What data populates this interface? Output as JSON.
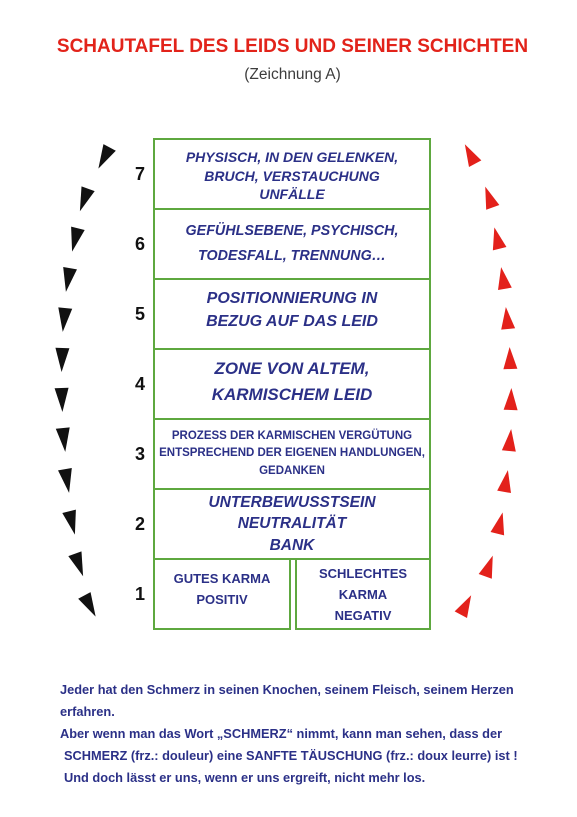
{
  "header": {
    "title": "SCHAUTAFEL DES LEIDS UND SEINER SCHICHTEN",
    "subtitle": "(Zeichnung A)"
  },
  "layers": [
    {
      "number": "7",
      "lines": [
        "PHYSISCH, IN DEN GELENKEN,",
        "BRUCH, VERSTAUCHUNG",
        "UNFÄLLE"
      ]
    },
    {
      "number": "6",
      "lines": [
        "GEFÜHLSEBENE, PSYCHISCH,",
        "TODESFALL, TRENNUNG…"
      ]
    },
    {
      "number": "5",
      "lines": [
        "POSITIONNIERUNG IN",
        "BEZUG AUF DAS LEID"
      ]
    },
    {
      "number": "4",
      "lines": [
        "ZONE VON ALTEM,",
        "KARMISCHEM LEID"
      ]
    },
    {
      "number": "3",
      "lines": [
        "PROZESS DER KARMISCHEN VERGÜTUNG",
        "ENTSPRECHEND DER EIGENEN HANDLUNGEN,",
        "GEDANKEN"
      ]
    },
    {
      "number": "2",
      "lines": [
        "UNTERBEWUSSTSEIN",
        "NEUTRALITÄT",
        "BANK"
      ]
    }
  ],
  "base_layer": {
    "number": "1",
    "left": {
      "lines": [
        "GUTES KARMA",
        "POSITIV"
      ]
    },
    "right": {
      "lines": [
        "SCHLECHTES",
        "KARMA",
        "NEGATIV"
      ]
    }
  },
  "arrows": {
    "left": {
      "icon": "arrowhead-down-icon",
      "color": "#111111"
    },
    "right": {
      "icon": "arrowhead-up-icon",
      "color": "#e3211b"
    }
  },
  "footer": {
    "lines": [
      "Jeder hat den Schmerz in seinen Knochen, seinem Fleisch, seinem Herzen",
      "erfahren.",
      "Aber wenn man das Wort „SCHMERZ“ nimmt, kann man sehen, dass der",
      "SCHMERZ (frz.: douleur) eine SANFTE TÄUSCHUNG (frz.: doux leurre) ist !",
      "Und doch lässt er uns, wenn er uns ergreift, nicht mehr los."
    ]
  },
  "colors": {
    "title": "#e2231a",
    "subtitle": "#3d3d3d",
    "layer_text": "#2b3087",
    "border": "#5ea83f",
    "numbers": "#111111",
    "footer_text": "#2b3087"
  }
}
